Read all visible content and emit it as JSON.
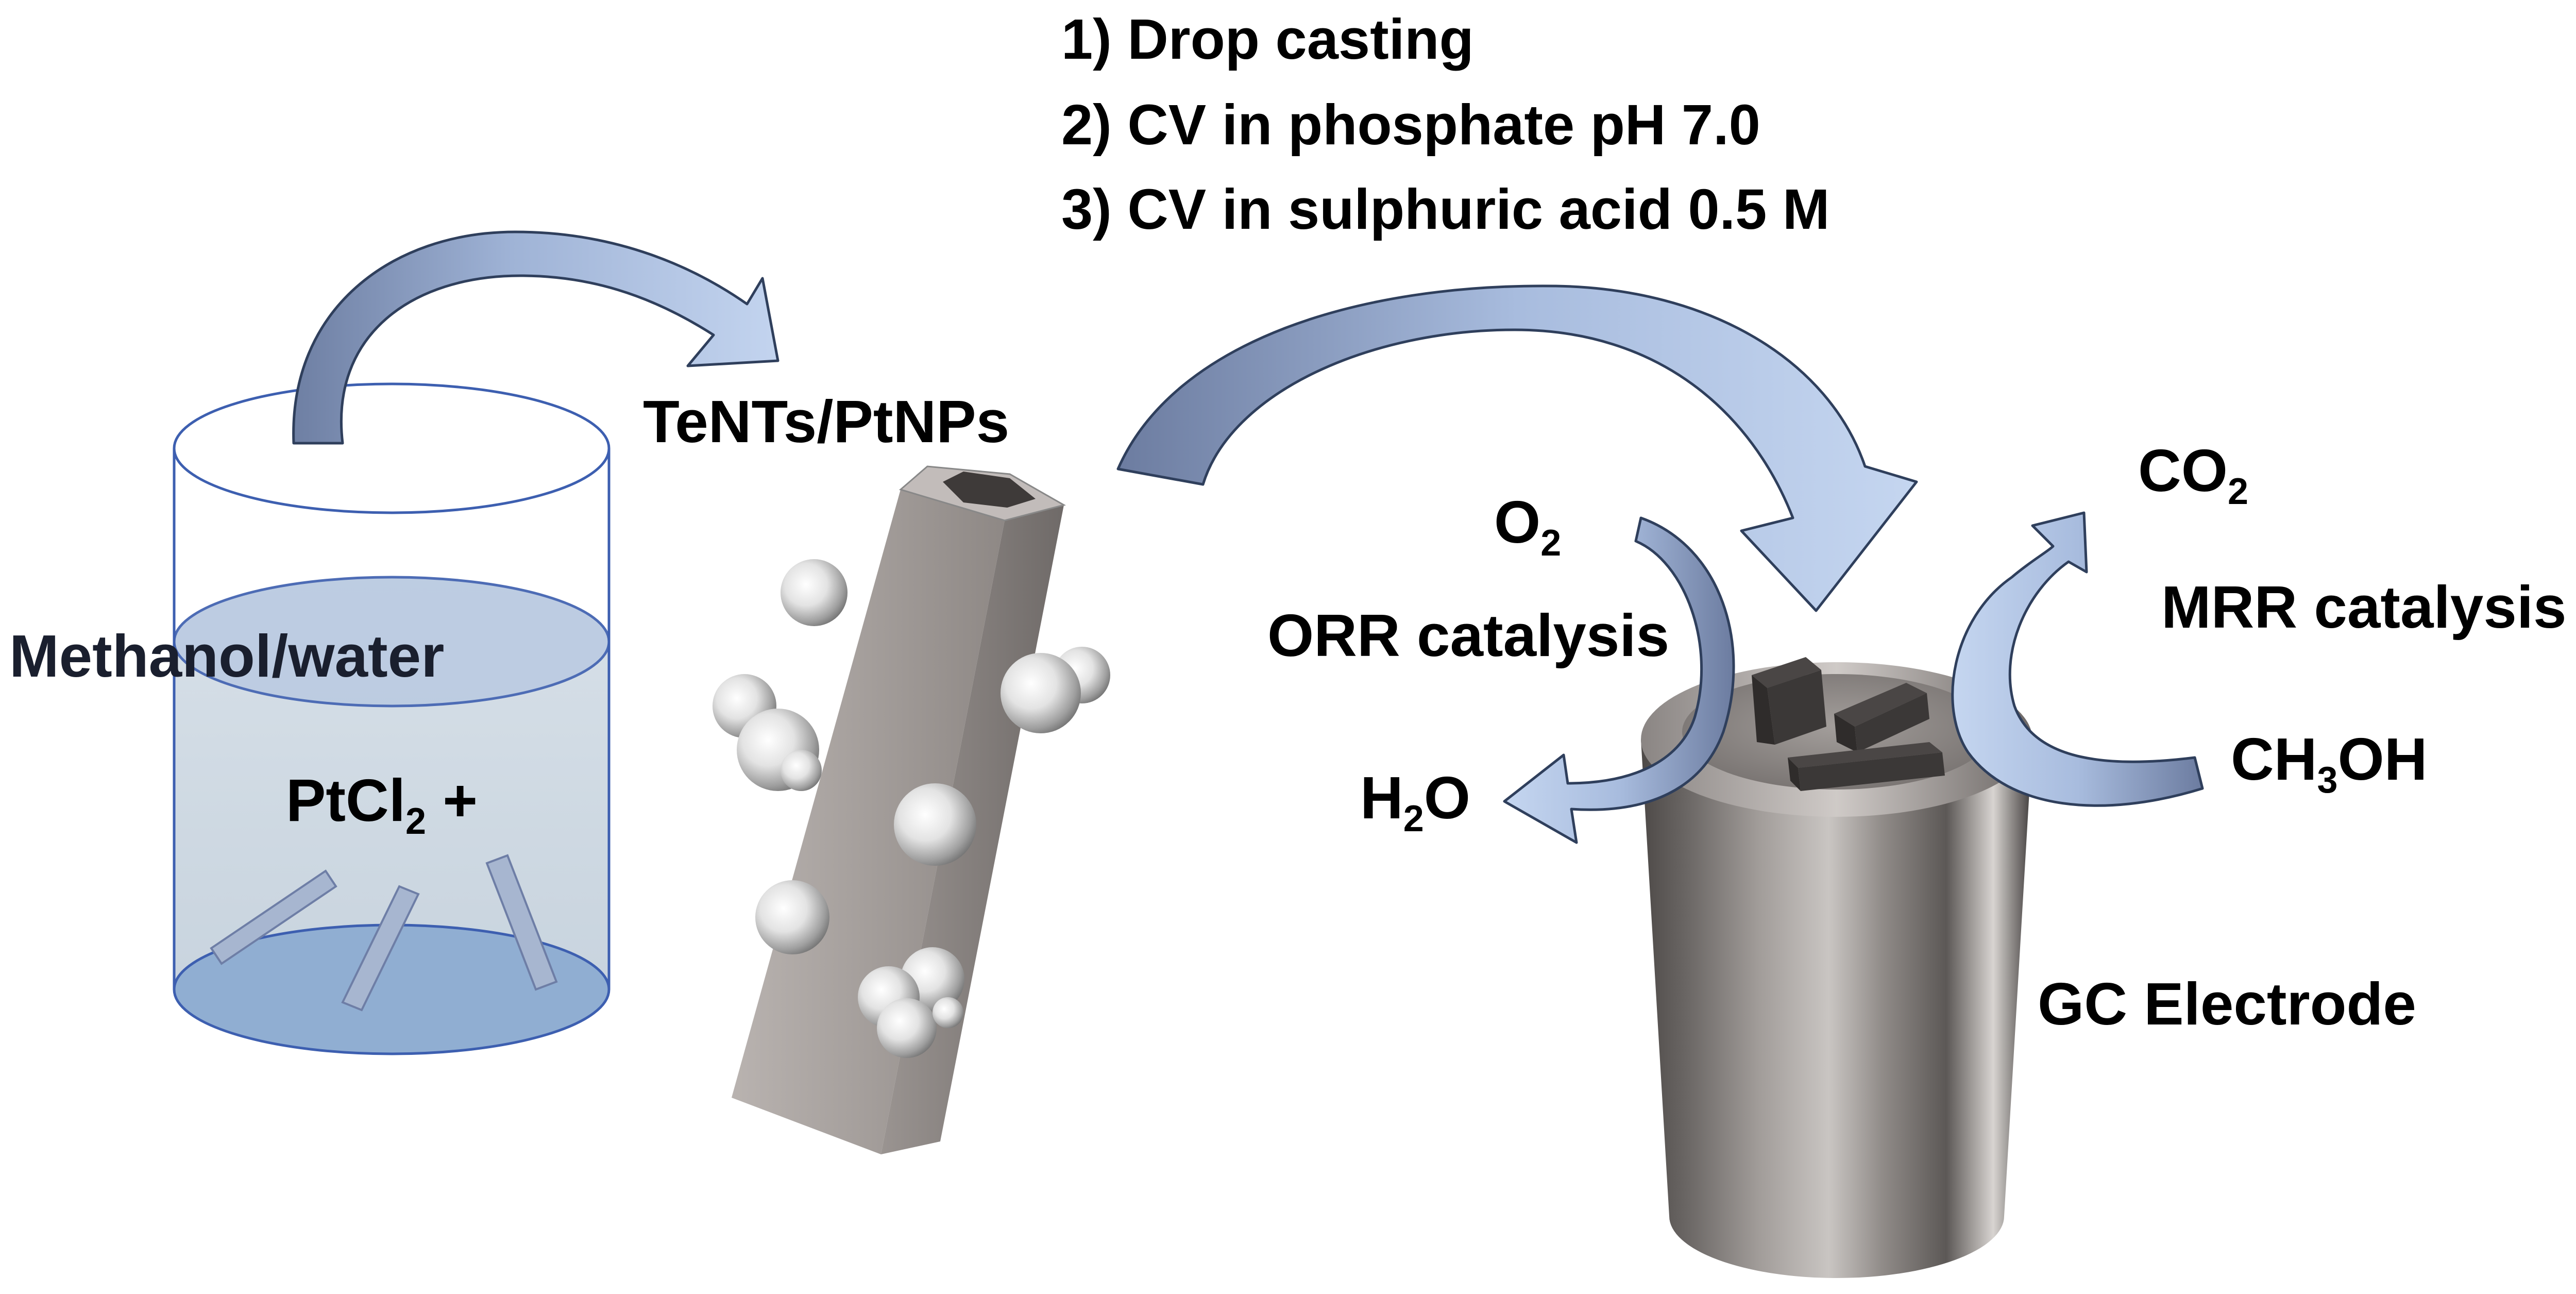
{
  "steps": [
    "1) Drop casting",
    "2) CV in phosphate pH 7.0",
    "3) CV in sulphuric acid 0.5 M"
  ],
  "beaker": {
    "solvent_label": "Methanol/water",
    "precursor_label": "PtCl",
    "precursor_subscript": "2",
    "precursor_suffix": " +"
  },
  "nanotube_label": "TeNTs/PtNPs",
  "orr": {
    "reactant": "O",
    "reactant_subscript": "2",
    "label": "ORR catalysis",
    "product_prefix": "H",
    "product_subscript": "2",
    "product_suffix": "O"
  },
  "mrr": {
    "product": "CO",
    "product_subscript": "2",
    "label": "MRR catalysis",
    "reactant_prefix": "CH",
    "reactant_subscript": "3",
    "reactant_suffix": "OH"
  },
  "electrode_label": "GC Electrode",
  "colors": {
    "arrow_light": "#b3c7e6",
    "arrow_dark": "#7686a8",
    "arrow_stroke": "#2f3f5c",
    "beaker_line": "#3d5fb0",
    "liquid": "#d3dde6",
    "electrode_grey": "#8c8c8c"
  }
}
